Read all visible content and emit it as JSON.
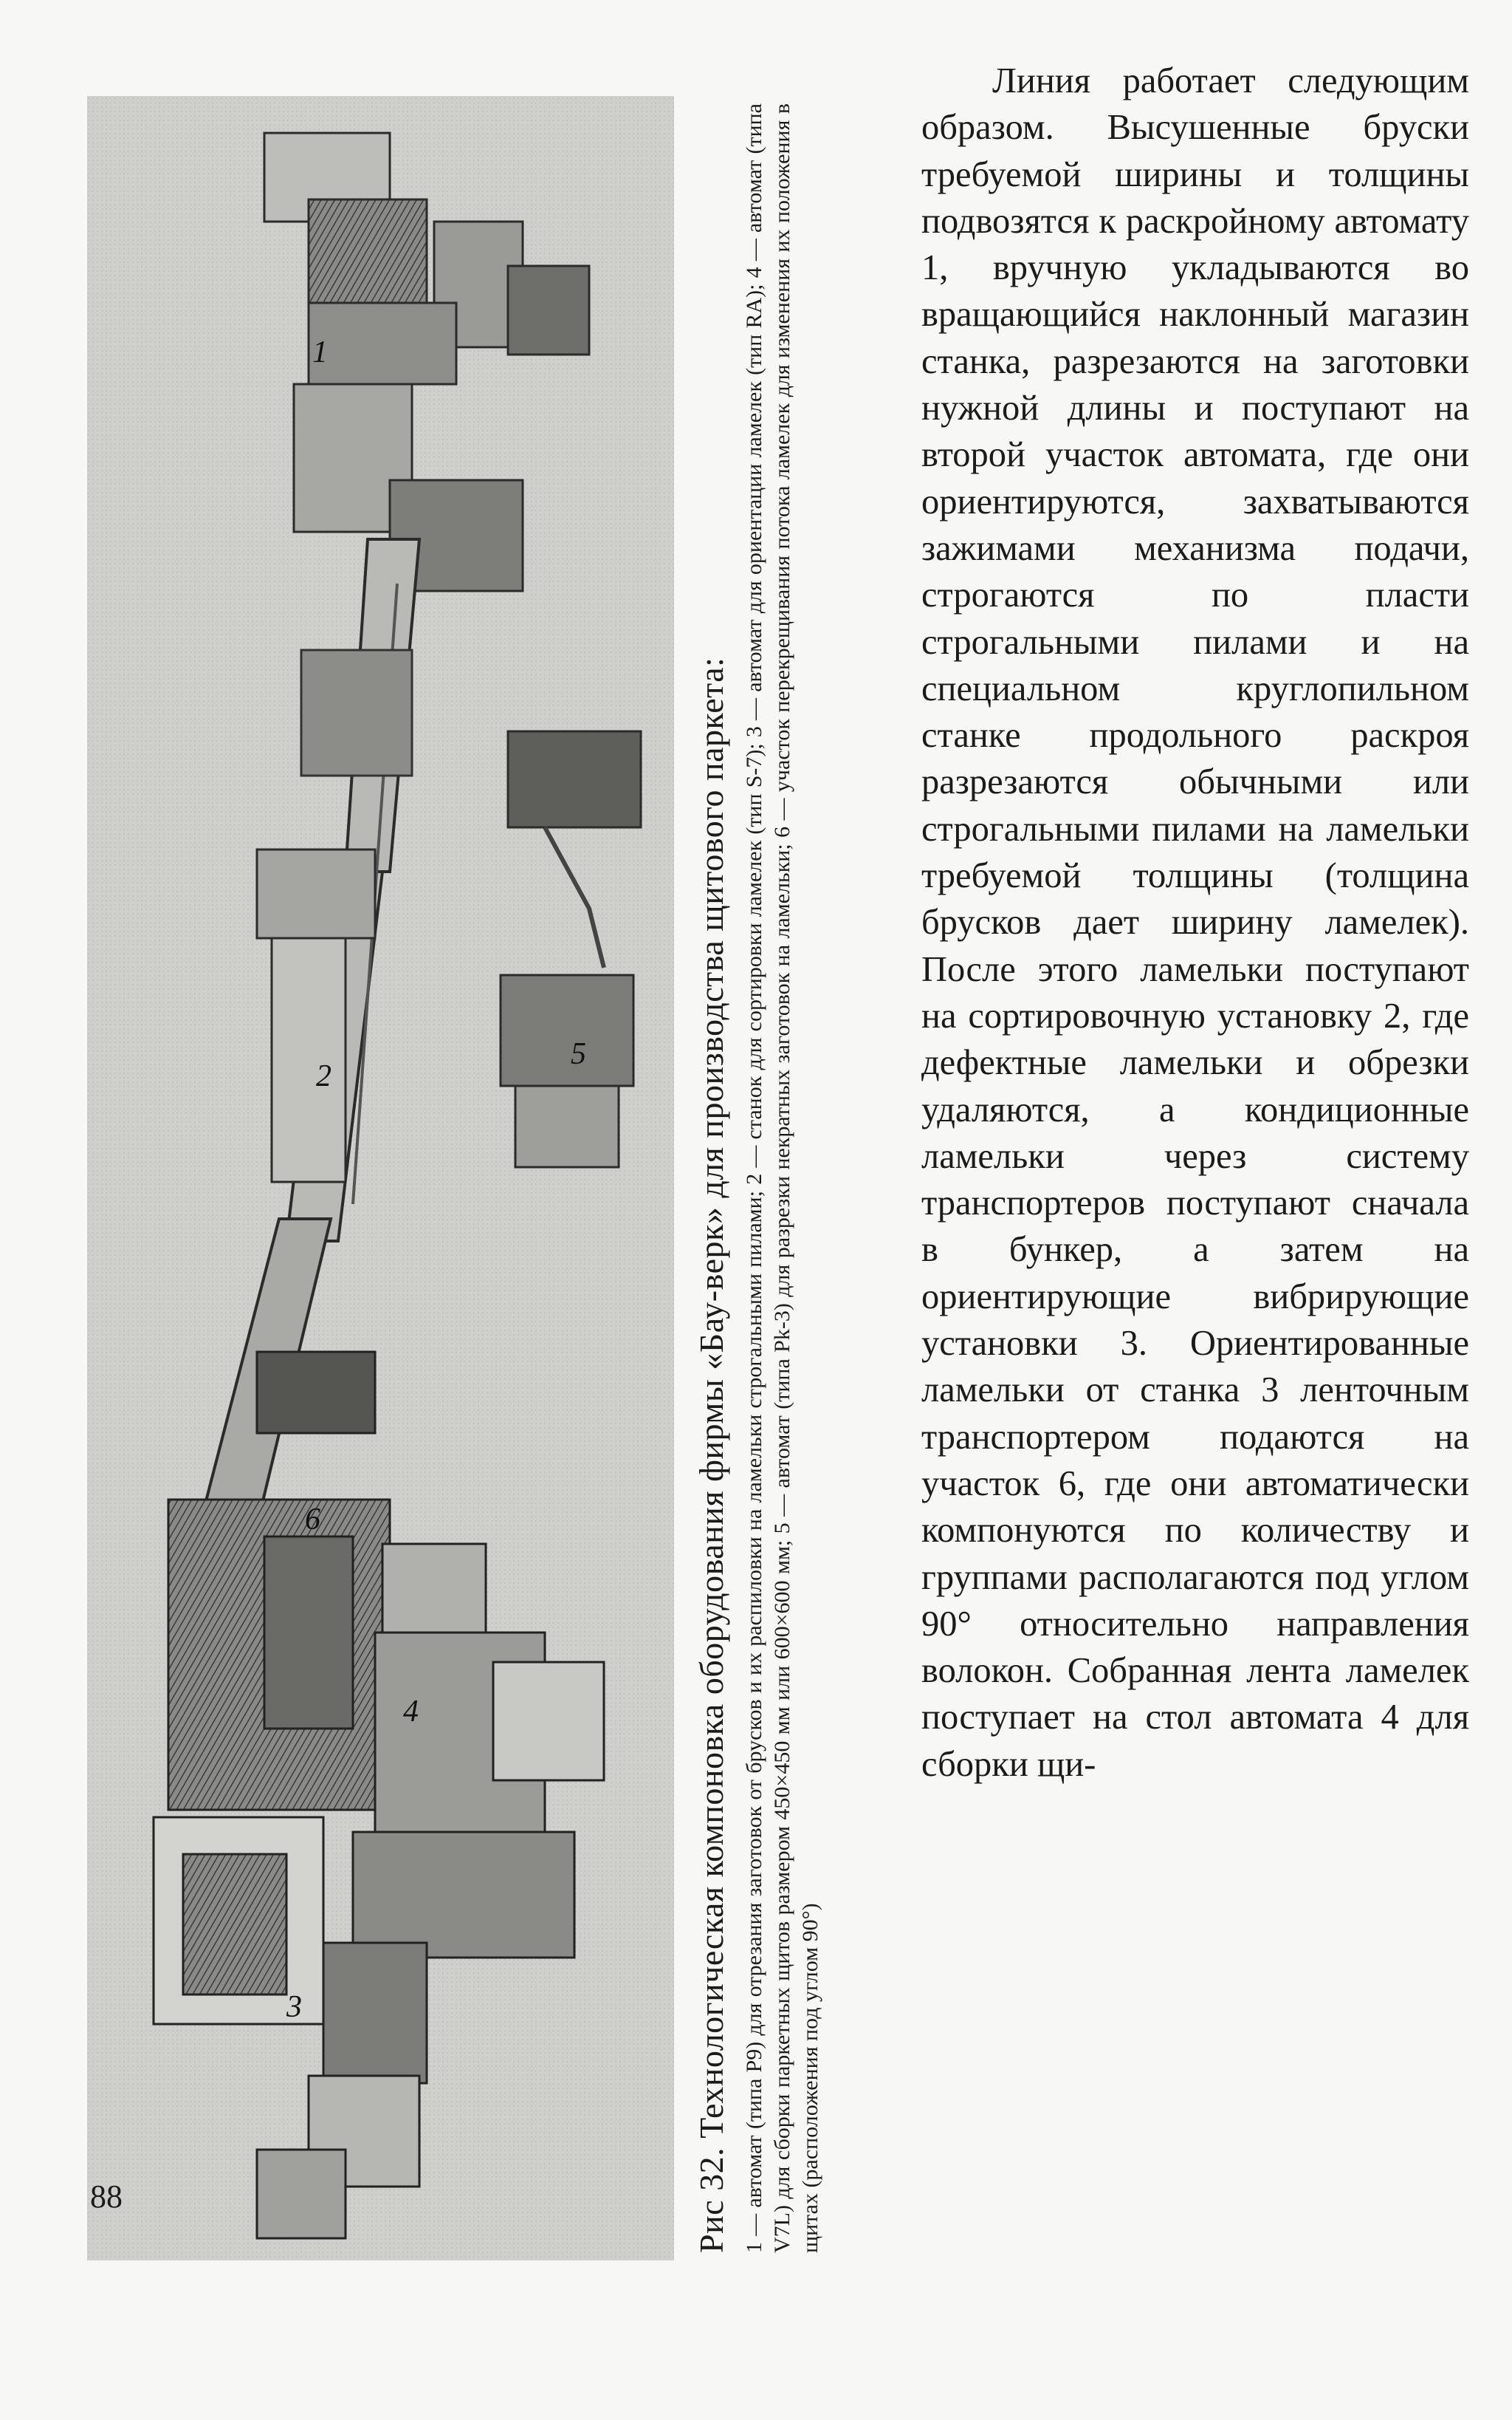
{
  "figure": {
    "title": "Рис 32. Технологическая компоновка оборудования фирмы «Бау-верк» для производства щитового паркета:",
    "legend": "1 — автомат (типа Р9) для отрезания заготовок от брусков и их распиловки на ламельки строгальными пилами; 2 — станок для сортировки ламелек (тип S-7); 3 — автомат для ориентации ламелек (тип RA); 4 — автомат (типа V7L) для сборки паркетных щитов размером 450×450 мм или 600×600 мм; 5 — автомат (типа Pk-3) для разрезки некратных заготовок на ламельки; 6 — участок перекрещивания потока ламелек для изменения их положения в щитах (расположения под углом 90°)",
    "photo_labels": [
      "1",
      "2",
      "3",
      "4",
      "5",
      "6"
    ]
  },
  "body_text": "Линия работает следующим образом. Высушенные бруски требуемой ширины и толщины подвозятся к раскройному автомату 1, вручную укладываются во вращающийся наклонный магазин станка, разрезаются на заготовки нужной длины и поступают на второй участок автомата, где они ориентируются, захватываются зажимами механизма подачи, строгаются по пласти строгальными пилами и на специальном круглопильном станке продольного раскроя разрезаются обычными или строгальными пилами на ламельки требуемой толщины (толщина брусков дает ширину ламелек). После этого ламельки поступают на сортировочную установку 2, где дефектные ламельки и обрезки удаляются, а кондиционные ламельки через систему транспортеров поступают сначала в бункер, а затем на ориентирующие вибрирующие установки 3. Ориентированные ламельки от станка 3 ленточным транспортером подаются на участок 6, где они автоматически компонуются по количеству и группами располагаются под углом 90° относительно направления волокон. Собранная лента ламелек поступает на стол автомата 4 для сборки щи-",
  "page_number": "88"
}
